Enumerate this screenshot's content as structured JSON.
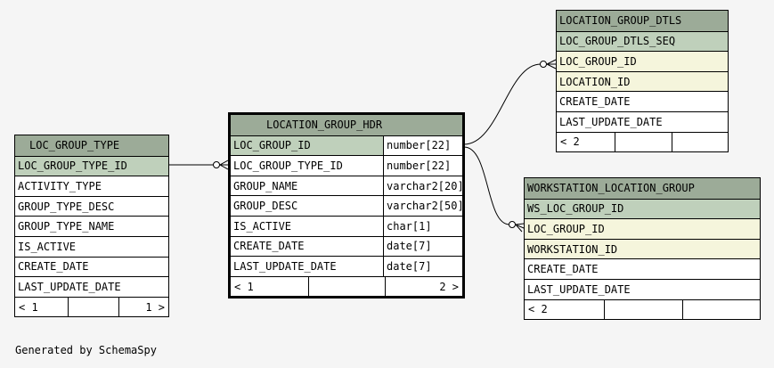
{
  "loc_group_type": {
    "title": "LOC_GROUP_TYPE",
    "columns": [
      "LOC_GROUP_TYPE_ID",
      "ACTIVITY_TYPE",
      "GROUP_TYPE_DESC",
      "GROUP_TYPE_NAME",
      "IS_ACTIVE",
      "CREATE_DATE",
      "LAST_UPDATE_DATE"
    ],
    "footer_left": "< 1",
    "footer_right": "1 >"
  },
  "location_group_hdr": {
    "title": "LOCATION_GROUP_HDR",
    "columns": [
      {
        "name": "LOC_GROUP_ID",
        "type": "number[22]"
      },
      {
        "name": "LOC_GROUP_TYPE_ID",
        "type": "number[22]"
      },
      {
        "name": "GROUP_NAME",
        "type": "varchar2[20]"
      },
      {
        "name": "GROUP_DESC",
        "type": "varchar2[50]"
      },
      {
        "name": "IS_ACTIVE",
        "type": "char[1]"
      },
      {
        "name": "CREATE_DATE",
        "type": "date[7]"
      },
      {
        "name": "LAST_UPDATE_DATE",
        "type": "date[7]"
      }
    ],
    "footer_left": "< 1",
    "footer_right": "2 >"
  },
  "location_group_dtls": {
    "title": "LOCATION_GROUP_DTLS",
    "columns": [
      "LOC_GROUP_DTLS_SEQ",
      "LOC_GROUP_ID",
      "LOCATION_ID",
      "CREATE_DATE",
      "LAST_UPDATE_DATE"
    ],
    "footer_left": "< 2"
  },
  "workstation_location_group": {
    "title": "WORKSTATION_LOCATION_GROUP",
    "columns": [
      "WS_LOC_GROUP_ID",
      "LOC_GROUP_ID",
      "WORKSTATION_ID",
      "CREATE_DATE",
      "LAST_UPDATE_DATE"
    ],
    "footer_left": "< 2"
  },
  "generated_by": "Generated by SchemaSpy",
  "colors": {
    "background": "#f5f5f5",
    "title": "#9cab98",
    "primary_key": "#bfd0bb",
    "foreign_key": "#f5f5dc"
  }
}
